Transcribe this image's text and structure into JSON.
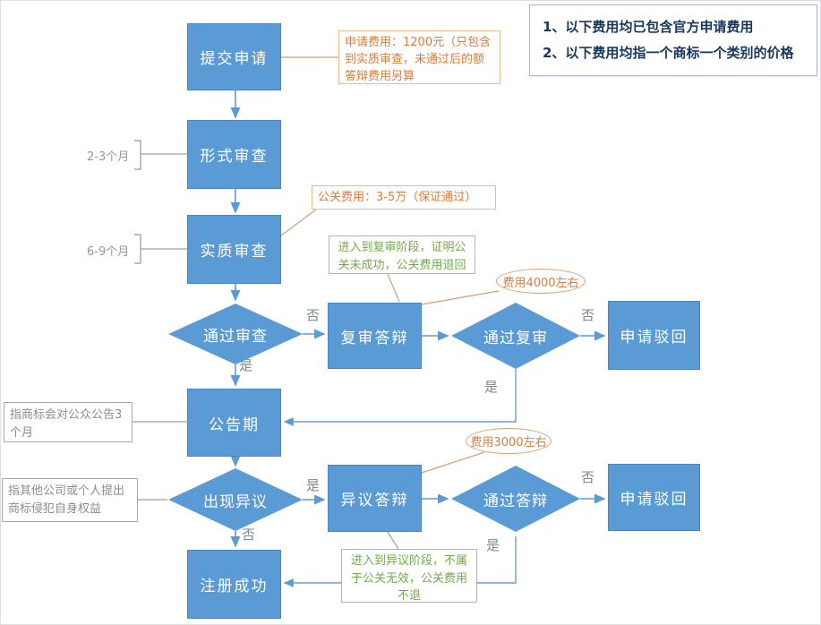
{
  "colors": {
    "node_blue": "#5b9bd5",
    "arrow_blue": "#5b9bd5",
    "orange_text": "#e07b39",
    "orange_border": "#eebb88",
    "green_text": "#70ad47",
    "gray_note": "#8c8c8c",
    "info_navy": "#17375e"
  },
  "info_box": {
    "line1": "1、以下费用均已包含官方申请费用",
    "line2": "2、以下费用均指一个商标一个类别的价格"
  },
  "nodes": {
    "submit": "提交申请",
    "formal": "形式审查",
    "substantive": "实质审查",
    "pass_review": "通过审查",
    "reexam_defense": "复审答辩",
    "pass_reexam": "通过复审",
    "rejected1": "申请驳回",
    "announcement": "公告期",
    "objection": "出现异议",
    "objection_defense": "异议答辩",
    "pass_defense": "通过答辩",
    "rejected2": "申请驳回",
    "registered": "注册成功"
  },
  "durations": {
    "formal": "2-3个月",
    "substantive": "6-9个月"
  },
  "fees": {
    "application": "申请费用：1200元（只包含到实质审查，未通过后的额答辩费用另算",
    "pr": "公关费用：3-5万（保证通过）",
    "reexam": "费用4000左右",
    "objection": "费用3000左右"
  },
  "notes": {
    "reexam_refund": "进入到复审阶段，证明公关未成功，公关费用退回",
    "objection_no_refund": "进入到异议阶段，不属于公关无效，公关费用不退",
    "announcement_desc": "指商标会对公众公告3个月",
    "objection_desc": "指其他公司或个人提出商标侵犯自身权益"
  },
  "edge_labels": {
    "yes": "是",
    "no": "否"
  }
}
